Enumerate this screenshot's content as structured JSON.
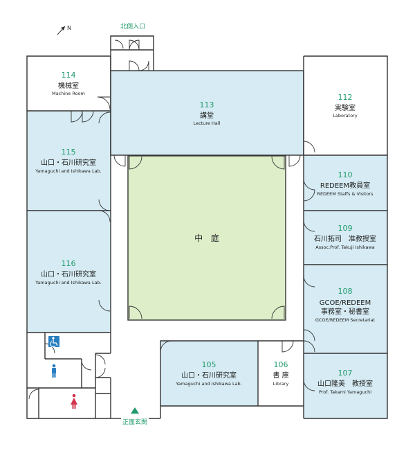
{
  "map": {
    "compass_label": "N",
    "north_entrance": "北側入口",
    "main_entrance": "正面玄関",
    "courtyard": "中 庭",
    "colors": {
      "lab": "#d6ebf3",
      "courtyard": "#ddeec9",
      "wall": "#333333",
      "number": "#1f9a6a",
      "female_icon": "#d2334d",
      "male_icon": "#2a7fc0",
      "accessible_icon": "#2a7fc0"
    },
    "rooms": {
      "r114": {
        "number": "114",
        "name": "機械室",
        "en": "Machine Room"
      },
      "r113": {
        "number": "113",
        "name": "講堂",
        "en": "Lecture Hall"
      },
      "r112": {
        "number": "112",
        "name": "実験室",
        "en": "Laboratory"
      },
      "r115": {
        "number": "115",
        "name": "山口・石川研究室",
        "en": "Yamaguchi and Ishikawa Lab."
      },
      "r110": {
        "number": "110",
        "name": "REDEEM教員室",
        "en": "REDEEM Staffs & Visitors"
      },
      "r109": {
        "number": "109",
        "name": "石川拓司　准教授室",
        "en": "Assoc.Prof. Takuji Ishikawa"
      },
      "r116": {
        "number": "116",
        "name": "山口・石川研究室",
        "en": "Yamaguchi and Ishikawa Lab."
      },
      "r108": {
        "number": "108",
        "name": "GCOE/REDEEM",
        "name2": "事務室・秘書室",
        "en": "GCOE/REDEEM Secretariat"
      },
      "r105": {
        "number": "105",
        "name": "山口・石川研究室",
        "en": "Yamaguchi and Ishikawa Lab."
      },
      "r106": {
        "number": "106",
        "name": "書 庫",
        "en": "Library"
      },
      "r107": {
        "number": "107",
        "name": "山口隆美　教授室",
        "en": "Prof. Takami Yamaguchi"
      }
    },
    "icons": {
      "accessible": "wheelchair-icon",
      "male": "male-toilet-icon",
      "female": "female-toilet-icon",
      "entrance_arrow": "up-arrow-icon"
    }
  }
}
